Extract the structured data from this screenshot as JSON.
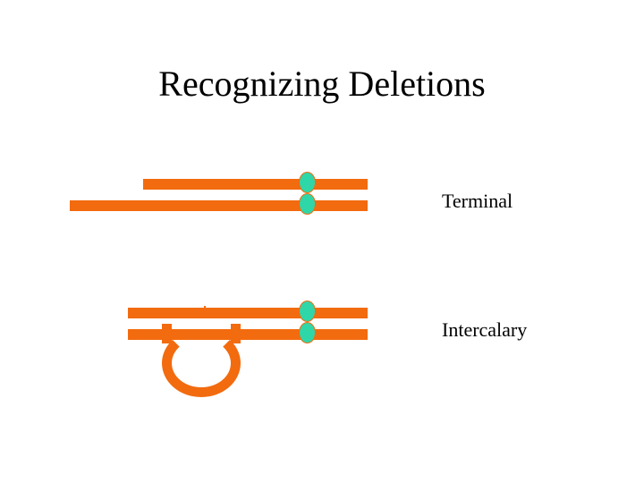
{
  "slide": {
    "title": "Recognizing Deletions",
    "background_color": "#ffffff",
    "labels": {
      "terminal": "Terminal",
      "intercalary": "Intercalary"
    },
    "colors": {
      "chromosome": "#F26B0F",
      "centromere": "#2FD6A8",
      "text": "#000000"
    },
    "diagrams": [
      {
        "name": "terminal-deletion",
        "label": "Terminal",
        "description": "Two orange chromatid bars, the upper one shortened at its left end, joined by a pair of teal centromere beads"
      },
      {
        "name": "intercalary-deletion",
        "label": "Intercalary",
        "description": "Two orange chromatid bars with a looped-out region below the lower bar, joined by a pair of teal centromere beads"
      }
    ]
  }
}
